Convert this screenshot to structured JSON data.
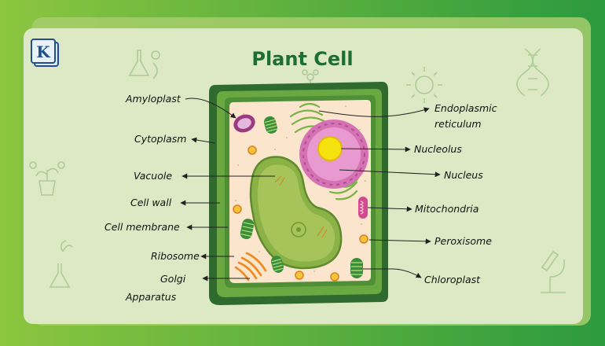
{
  "title": "Plant Cell",
  "logo_text": "K",
  "colors": {
    "background": "#2f9a3c",
    "card": "#dbe9c3",
    "cell_wall": "#2f6b2f",
    "cytoplasm": "#fbe5cc",
    "vacuole": "#a7c45a",
    "nucleus": "#d472b4",
    "nucleolus": "#f5e20e",
    "chloroplast": "#3a8e3a",
    "title": "#1e6e34"
  },
  "labels": {
    "amyloplast": "Amyloplast",
    "cytoplasm": "Cytoplasm",
    "vacuole": "Vacuole",
    "cell_wall": "Cell wall",
    "cell_membrane": "Cell membrane",
    "ribosome": "Ribosome",
    "golgi_line1": "Golgi",
    "golgi_line2": "Apparatus",
    "er_line1": "Endoplasmic",
    "er_line2": "reticulum",
    "nucleolus": "Nucleolus",
    "nucleus": "Nucleus",
    "mitochondria": "Mitochondria",
    "peroxisome": "Peroxisome",
    "chloroplast": "Chloroplast"
  }
}
